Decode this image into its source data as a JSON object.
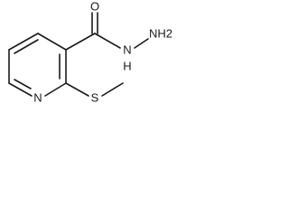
{
  "molecule": {
    "atoms": {
      "carbonyl_oxygen": "O",
      "amide_nitrogen": "N",
      "amide_hydrogen": "H",
      "terminal_amine": "NH2",
      "ring_nitrogen": "N",
      "sulfur": "S"
    }
  }
}
